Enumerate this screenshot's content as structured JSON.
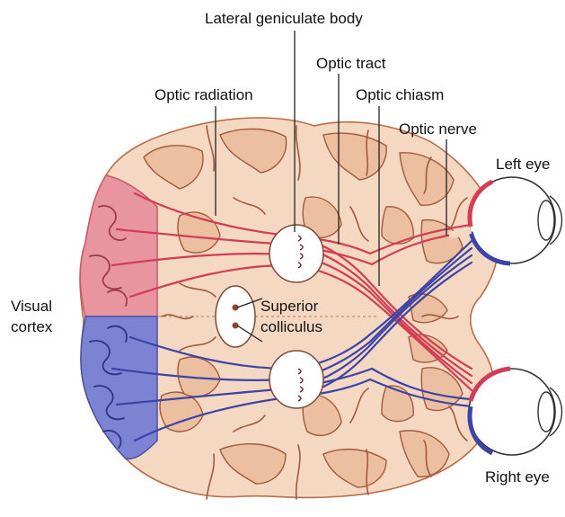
{
  "labels": {
    "lateral_geniculate_body": "Lateral geniculate body",
    "optic_tract": "Optic tract",
    "optic_radiation": "Optic radiation",
    "optic_chiasm": "Optic chiasm",
    "optic_nerve": "Optic nerve",
    "left_eye": "Left eye",
    "right_eye": "Right eye",
    "visual_cortex_line1": "Visual",
    "visual_cortex_line2": "cortex",
    "superior_colliculus_line1": "Superior",
    "superior_colliculus_line2": "colliculus"
  },
  "colors": {
    "brain_fill": "#f4d8c2",
    "gyrus_fill": "#ebbfa0",
    "sulcus_line": "#a35a3c",
    "red_pathway": "#d23c55",
    "blue_pathway": "#3d44a8",
    "cortex_red": "#e9959f",
    "cortex_blue": "#7d83d3"
  }
}
